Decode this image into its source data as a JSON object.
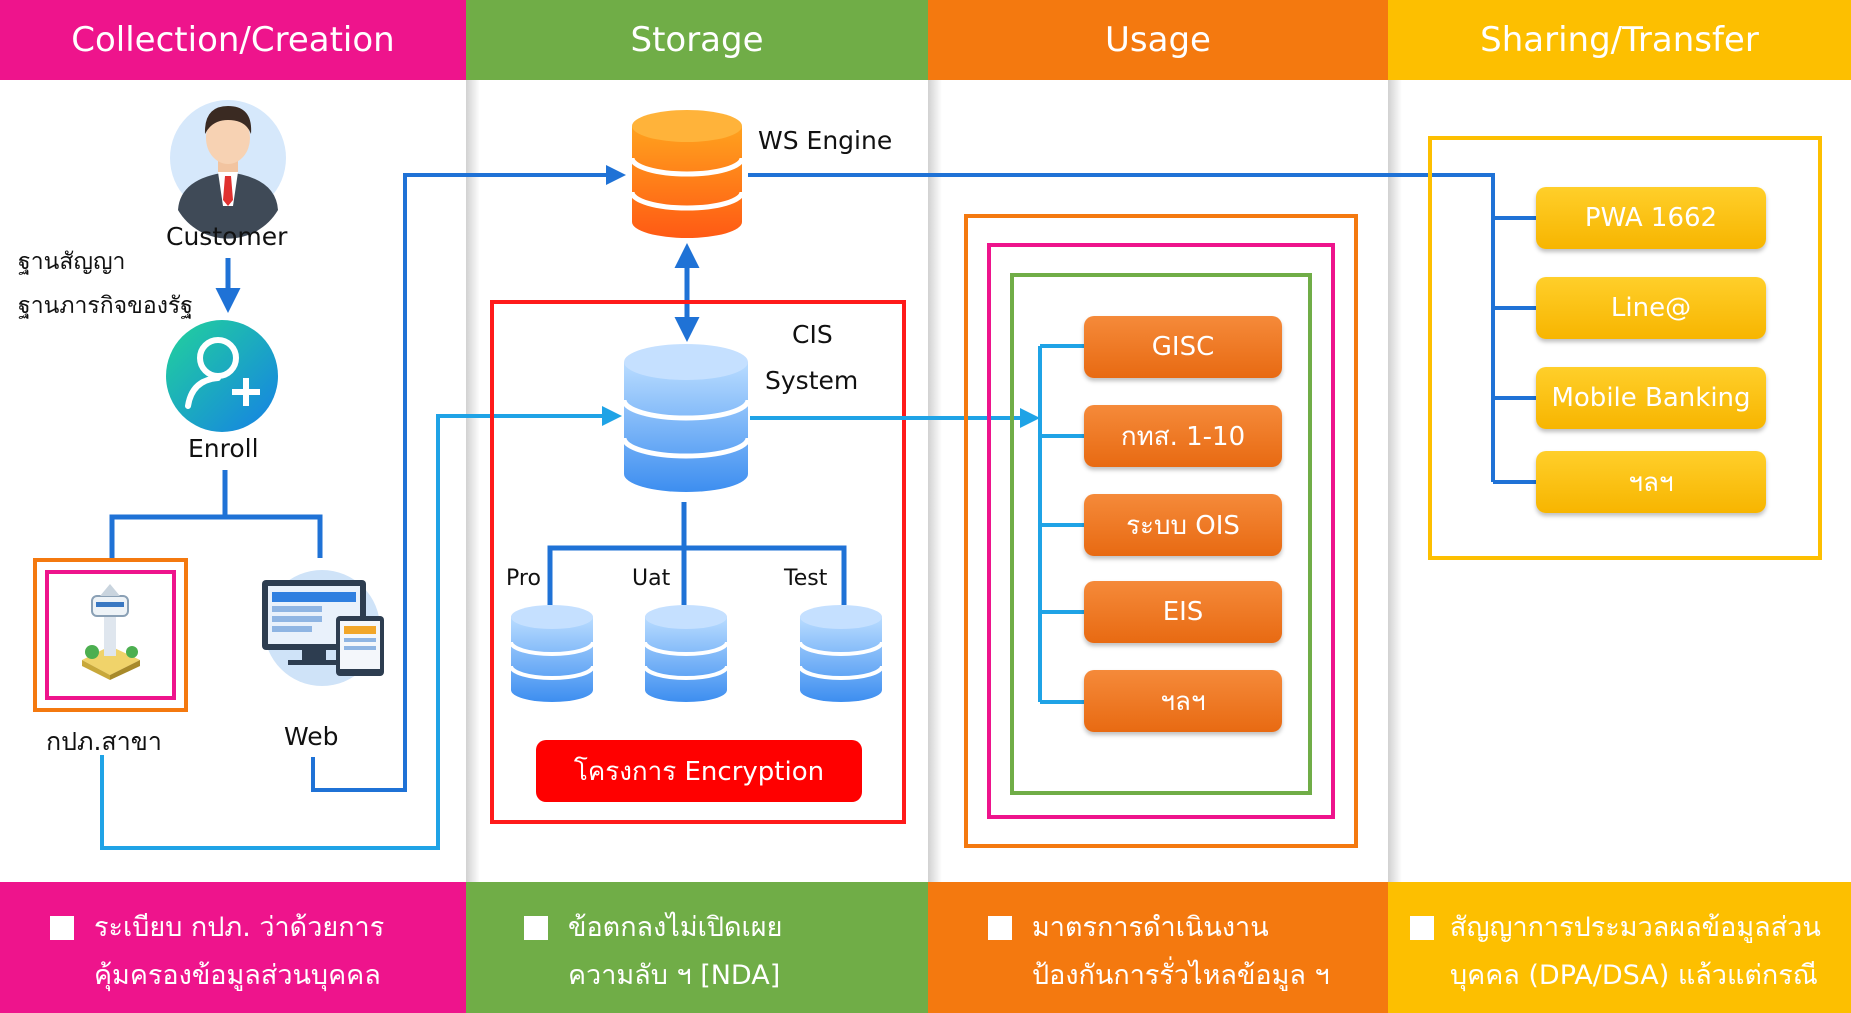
{
  "colors": {
    "collection": "#ee148c",
    "storage": "#70ad47",
    "usage": "#f4790f",
    "sharing": "#fdbf00",
    "line_dark": "#1f72d6",
    "line_light": "#1fa3e6"
  },
  "columns": [
    {
      "title": "Collection/Creation",
      "footer": [
        "ระเบียบ กปภ. ว่าด้วยการ",
        "คุ้มครองข้อมูลส่วนบุคคล"
      ]
    },
    {
      "title": "Storage",
      "footer": [
        "ข้อตกลงไม่เปิดเผย",
        "ความลับ ฯ [NDA]"
      ]
    },
    {
      "title": "Usage",
      "footer": [
        "มาตรการดำเนินงาน",
        "ป้องกันการรั่วไหลข้อมูล ฯ"
      ]
    },
    {
      "title": "Sharing/Transfer",
      "footer": [
        "สัญญาการประมวลผลข้อมูลส่วน",
        "บุคคล  (DPA/DSA) แล้วแต่กรณี"
      ]
    }
  ],
  "collection": {
    "customer": "Customer",
    "legal_basis": [
      "ฐานสัญญา",
      "ฐานภารกิจของรัฐ"
    ],
    "enroll": "Enroll",
    "branch": "กปภ.สาขา",
    "web": "Web"
  },
  "storage": {
    "ws_engine": "WS Engine",
    "cis": [
      "CIS",
      "System"
    ],
    "envs": [
      "Pro",
      "Uat",
      "Test"
    ],
    "encryption": "โครงการ Encryption"
  },
  "usage": {
    "items": [
      "GISC",
      "กทส. 1-10",
      "ระบบ OIS",
      "EIS",
      "ฯลฯ"
    ]
  },
  "sharing": {
    "items": [
      "PWA 1662",
      "Line@",
      "Mobile Banking",
      "ฯลฯ"
    ]
  }
}
